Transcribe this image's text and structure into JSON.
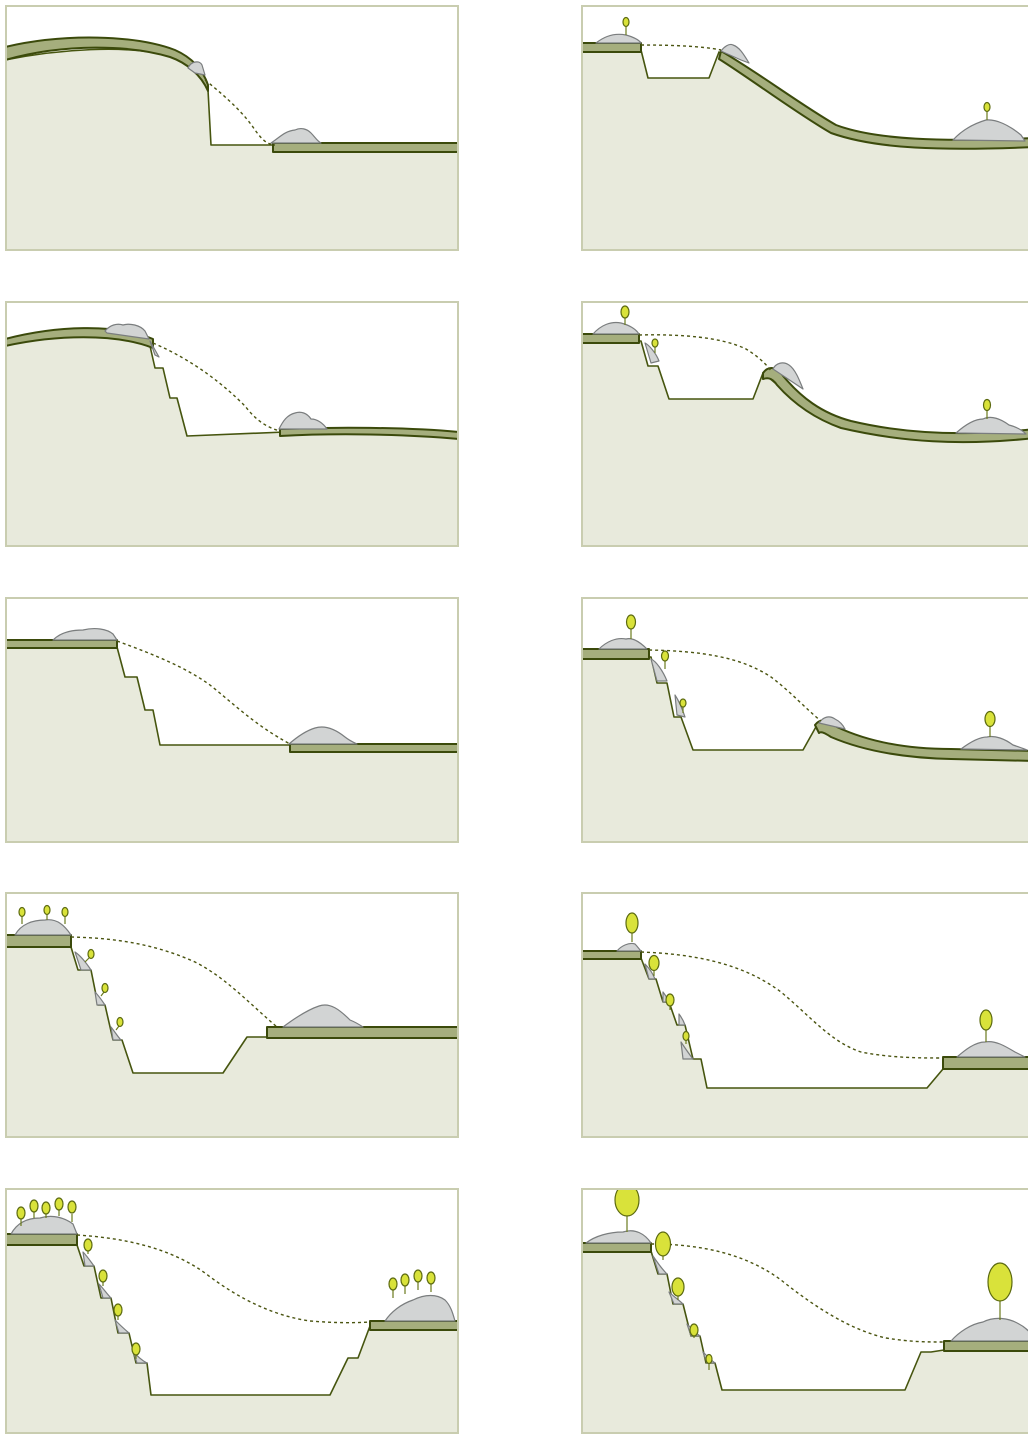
{
  "figure": {
    "description_visible_text": "",
    "colors": {
      "frame": "#c9cdb0",
      "ground_fill": "#e8eadc",
      "ground_outline": "#46550f",
      "topsoil_layer": "#a5ae7d",
      "spoil_pile": "#d2d4d4",
      "original_surface": "#4a5410",
      "tree_canopy": "#d9e23a"
    },
    "panels": [
      {
        "id": "1",
        "stage": "cut"
      },
      {
        "id": "2",
        "stage": "cut"
      },
      {
        "id": "3",
        "stage": "terraced"
      },
      {
        "id": "4",
        "stage": "terraced"
      },
      {
        "id": "5",
        "stage": "terraced"
      },
      {
        "id": "6",
        "stage": "terraced"
      },
      {
        "id": "7",
        "stage": "planted"
      },
      {
        "id": "8",
        "stage": "planted"
      },
      {
        "id": "9",
        "stage": "planted"
      },
      {
        "id": "10",
        "stage": "planted"
      }
    ]
  }
}
